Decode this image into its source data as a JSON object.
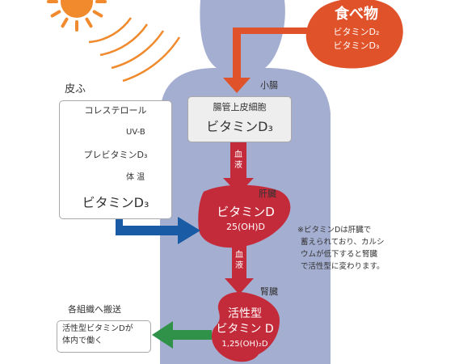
{
  "colors": {
    "body": "#a4aed0",
    "food": "#e0532a",
    "organ": "#c42b3a",
    "blue_arrow": "#1a5ba5",
    "green_arrow": "#2f9248",
    "sun": "#f08a2c"
  },
  "food": {
    "title": "食べ物",
    "line1": "ビタミンD₂",
    "line2": "ビタミンD₃"
  },
  "skin": {
    "header": "皮ふ",
    "cholesterol": "コレステロール",
    "uvb": "UV-B",
    "previtamin": "プレビタミンD₃",
    "temperature": "体 温",
    "vitamin": "ビタミンD₃"
  },
  "intestine": {
    "header": "小腸",
    "cell": "腸管上皮細胞",
    "vitamin": "ビタミンD₃"
  },
  "blood1": [
    "血",
    "液"
  ],
  "blood2": [
    "血",
    "液"
  ],
  "liver": {
    "header": "肝臓",
    "title": "ビタミンD",
    "formula": "25(OH)D"
  },
  "note": {
    "line1": "※ビタミンDは肝臓で",
    "line2": "蓄えられており、カルシ",
    "line3": "ウムが低下すると腎臓",
    "line4": "で活性型に変わります。"
  },
  "kidney": {
    "header": "腎臓",
    "title1": "活性型",
    "title2": "ビタミン D",
    "formula": "1,25(OH)₂D"
  },
  "tissue": {
    "header": "各組織へ搬送",
    "line1": "活性型ビタミンDが",
    "line2": "体内で働く"
  }
}
